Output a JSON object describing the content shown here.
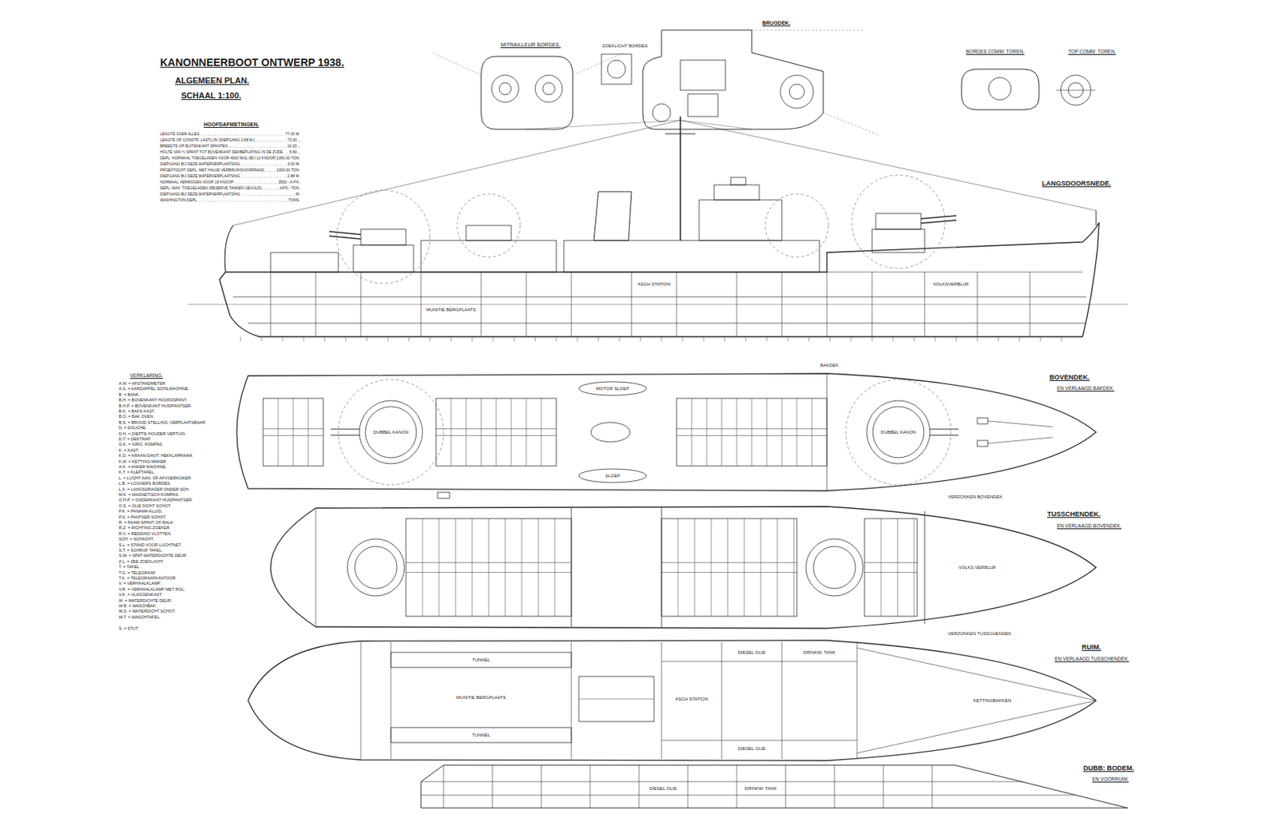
{
  "diagram": {
    "title": "KANONNEERBOOT ONTWERP 1938.",
    "labels": [
      "ALGEMEEN PLAN.",
      "SCHAAL 1:100.",
      "HOOFDAFMETINGEN.",
      "MITRAILLEUR BORDES.",
      "BRUGDEK.",
      "ZOEKLICHT BORDES",
      "BORDES COMM: TOREN.",
      "TOP COMM: TOREN.",
      "LANGSDOORSNEDE.",
      "BOVENDEK.",
      "EN VERLAAGD BAKDEK.",
      "BAKDEK",
      "TUSSCHENDEK.",
      "EN VERLAAGD BOVENDEK.",
      "VERZONKEN BOVENDEK",
      "RUIM.",
      "EN VERLAAGD TUSSCHENDEK.",
      "VERZONKEN TUSSCHENDEK",
      "DUBB: BODEM.",
      "EN VOORRUIM.",
      "VERKLARING.",
      "LENGTE OVER ALLES",
      "77.00 M.",
      "LENGTE OP CONSTR: LASTLIJN (DIEPGANG 2.88 M.)",
      "73.00 ,,",
      "BREEDTE OP BUITENKANT SPANTEN",
      "10.20 ,,",
      "HOLTE VAN ½ SPANT TOT BOVENKANT DEKBEPLATING IN DE ZIJDE",
      "5.60 ,,",
      "DEPL: NORMAAL TOEGELADEN VOOR 4000 MIJL (BIJ 12 KNOOP)",
      "1360.00 TON.",
      "DIEPGANG BIJ DEZE WATERVERPLAATSING",
      "3.00 M.",
      "PROEFTOCHT DEPL: MET HALVE VERBRUIKSVOORRAAD",
      "1300.00 TON.",
      "DIEPGANG BIJ DEZE WATERVERPLAATSING",
      "2.88 M.",
      "NORMAAL VERMOGEN VOOR 18 KNOOP",
      "3500.- A.P.K.",
      "DEPL: MAX: TOEGELADEN (RESERVE TANKEN GEVULD)",
      "1470.- TON.",
      "DIEPGANG BIJ DEZE WATERVERPLAATSING",
      "M.",
      "WASHINGTON DEPL.",
      "TONS.",
      "A.M. = AFSTANDMETER.",
      "A.S. = AARDAPPEL SCHILMACHINE.",
      "B. = BANK.",
      "B.H. = BOVENKANT HOOFDSPANT.",
      "B.H.P. = BOVENKANT HUIDPANTSER.",
      "B.K. = BAKS KAST.",
      "B.O. = BAK OVEN.",
      "B.S. = BROOD STELLING, VERPLAATSBAAR.",
      "D. = DOUCHE.",
      "D.H. = DIEPTE HOUDER VERTUIG.",
      "D.T. = DEKTRAP.",
      "G.K. = GIRO. KOMPAS.",
      "K. = KAST.",
      "K.D. = KRAAN-DAVIT. HEKKLAPRAAM.",
      "K.M. = KETTING-MAKER.",
      "A.K. = ANKER MACHINE.",
      "K.T. = KLEPTAFEL.",
      "L. = LUCHT AAN- OF AFVOERKOKER.",
      "L.B. = LOGGERS BORDES.",
      "L.S. = LANGSDRAGER ONDER SCH.",
      "M.K. = MAGNETISCH KOMPAS.",
      "O.H.P. = ONDERKANT HUIDPANTSER.",
      "O.S. = OLIE DICHT SCHOT.",
      "P.K. = PANAMA-KLUIS.",
      "P.S. = PANTSER SCHOT.",
      "R. = RAAM-SPANT OF BALK.",
      "R.Z. = RICHTING ZOEKER.",
      "R.V. = REDDING VLOTTEN.",
      "SCH. = SCHACHT.",
      "S.L. = STAND VOOR LUCHTNET.",
      "S.T. = SCHRIJF TAFEL.",
      "S.W. = SPAT-WATERDICHTE DEUR.",
      "Z.L. = ZEE ZOEKLICHT.",
      "T. = TAFEL.",
      "T.G. = TELEGRAAF.",
      "T.K. = TELEGRAAFKANTOOR.",
      "V. = VERHAALKLAMP.",
      "V.R. = VERHAALKLAMP MET ROL.",
      "V.K. = VLAGGENKAST.",
      "W. = WATERDICHTE DEUR.",
      "W.B. = WASCHBAK.",
      "W.S. = WATERDICHT SCHOT.",
      "W.T. = WASCHTAFEL.",
      "S. = STUT.",
      "VOLKSVERBLIJF",
      "ASCH STATION",
      "MUNITIE BERGPLAATS",
      "DUBBEL KANON",
      "DUBBEL KANON",
      "MOTOR SLOEP",
      "SLOEP",
      "VOLKS VERBLIJF",
      "TUNNEL",
      "TUNNEL",
      "MUNITIE BERGPLAATS",
      "ASCH STATION",
      "DIESEL OLIE",
      "DIESEL OLIE",
      "DRINKW. TANK",
      "KETTINGBAKKEN",
      "DIESEL OLIE",
      "DRINKW. TANK"
    ]
  }
}
